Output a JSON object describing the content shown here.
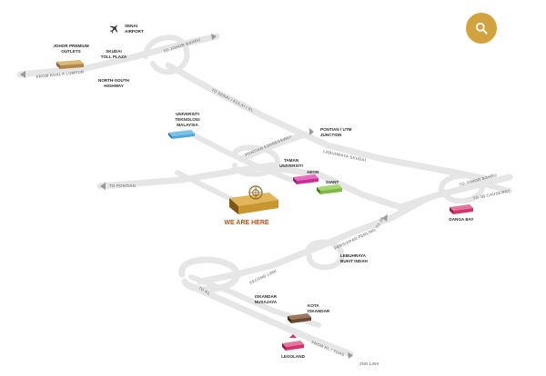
{
  "search": {
    "icon": "search-icon",
    "color": "#d2a23f"
  },
  "places": {
    "senai_airport": {
      "line1": "SENAI",
      "line2": "AIRPORT"
    },
    "johor_premium": {
      "line1": "JOHOR PREMIUM",
      "line2": "OUTLETS"
    },
    "skudai_toll": {
      "line1": "SKUDAI",
      "line2": "TOLL PLAZA"
    },
    "north_south": {
      "line1": "NORTH-SOUTH",
      "line2": "HIGHWAY"
    },
    "utm": {
      "line1": "UNIVERSITI",
      "line2": "TEKNOLOGI",
      "line3": "MALAYSIA"
    },
    "pontian_utm": {
      "line1": "PONTIAN / UTM",
      "line2": "JUNCTION"
    },
    "taman_universiti": {
      "line1": "TAMAN",
      "line2": "UNIVERSITI"
    },
    "aeon": {
      "line1": "AEON"
    },
    "giant": {
      "line1": "GIANT"
    },
    "we_are_here": {
      "line1": "WE ARE HERE"
    },
    "danga_bay": {
      "line1": "DANGA BAY"
    },
    "lebuhraya": {
      "line1": "LEBUHRAYA",
      "line2": "BUKIT INDAH"
    },
    "iskandar_nusajaya": {
      "line1": "ISKANDAR",
      "line2": "NUSAJAYA"
    },
    "kota_iskandar": {
      "line1": "KOTA",
      "line2": "ISKANDAR"
    },
    "legoland": {
      "line1": "LEGOLAND"
    }
  },
  "roads": {
    "to_kuala_lumpur": "FROM KUALA LUMPUR",
    "to_johor_bahru_top": "TO JOHOR BAHRU",
    "to_senai_kulai": "TO SENAI / KULAI / KL",
    "pontian_expressway": "PONTIAN EXPRESSWAY",
    "lebuhraya_skudai": "LEBUHRAYA SKUDAI",
    "to_pontian": "TO PONTIAN",
    "to_johor_bahru_right": "TO JOHOR BAHRU",
    "coastal": "TO JB CAUSEWAY",
    "to_jb_diag": "TO JB",
    "perdana": "PERSIARAN PERLING",
    "second_link": "SECOND LINK",
    "to_kl_bottom": "TO KL",
    "from_kl_tuas": "FROM KL / TUAS",
    "second_link_bottom": "2ND LINK"
  },
  "colors": {
    "road": "#e6e6e6",
    "here_building": "#c8962f",
    "here_text": "#b5531c",
    "johor_premium": "#c09a56",
    "utm": "#4fa6d8",
    "aeon": "#d43ea8",
    "giant": "#7db944",
    "danga_bay": "#d3336e",
    "kota_iskandar": "#6b4a32",
    "legoland": "#d3336e"
  }
}
